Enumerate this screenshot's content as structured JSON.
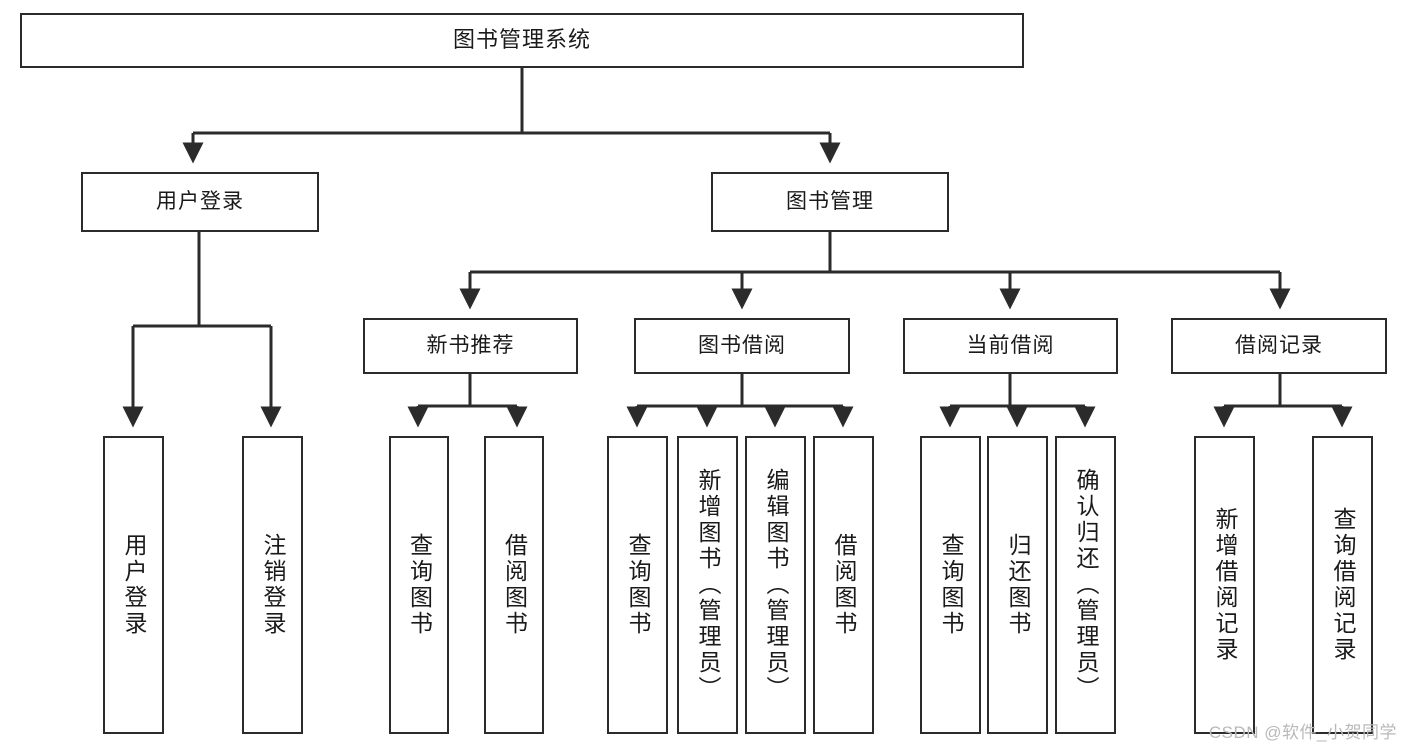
{
  "diagram": {
    "title": "图书管理系统",
    "type": "tree-hierarchy",
    "colors": {
      "box_border": "#2b2b2b",
      "box_fill": "#ffffff",
      "connector": "#2b2b2b",
      "text": "#1a1a1a",
      "watermark": "#b9b9b9"
    },
    "watermark": "CSDN @软件_小贺同学"
  },
  "nodes": {
    "root": {
      "label": "图书管理系统"
    },
    "level2": [
      {
        "label": "用户登录"
      },
      {
        "label": "图书管理"
      }
    ],
    "level3": [
      {
        "label": "新书推荐"
      },
      {
        "label": "图书借阅"
      },
      {
        "label": "当前借阅"
      },
      {
        "label": "借阅记录"
      }
    ],
    "leaves": [
      {
        "label": "用户登录"
      },
      {
        "label": "注销登录"
      },
      {
        "label": "查询图书"
      },
      {
        "label": "借阅图书"
      },
      {
        "label": "查询图书"
      },
      {
        "label": "新增图书（管理员）"
      },
      {
        "label": "编辑图书（管理员）"
      },
      {
        "label": "借阅图书"
      },
      {
        "label": "查询图书"
      },
      {
        "label": "归还图书"
      },
      {
        "label": "确认归还（管理员）"
      },
      {
        "label": "新增借阅记录"
      },
      {
        "label": "查询借阅记录"
      }
    ]
  }
}
